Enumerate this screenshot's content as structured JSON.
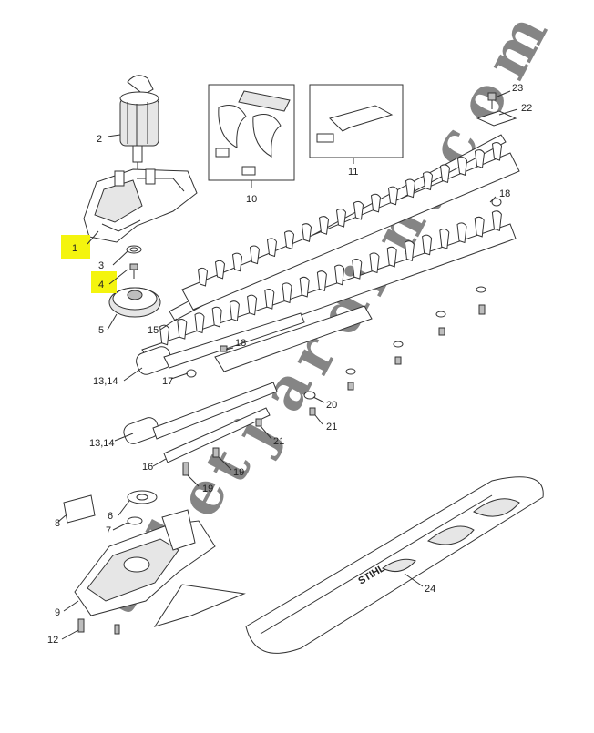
{
  "callouts": [
    {
      "id": "c1",
      "label": "1",
      "highlighted": true
    },
    {
      "id": "c2",
      "label": "2"
    },
    {
      "id": "c3",
      "label": "3"
    },
    {
      "id": "c4",
      "label": "4",
      "highlighted": true
    },
    {
      "id": "c5",
      "label": "5"
    },
    {
      "id": "c6",
      "label": "6"
    },
    {
      "id": "c7",
      "label": "7"
    },
    {
      "id": "c8",
      "label": "8"
    },
    {
      "id": "c9",
      "label": "9"
    },
    {
      "id": "c10",
      "label": "10"
    },
    {
      "id": "c11",
      "label": "11"
    },
    {
      "id": "c12",
      "label": "12"
    },
    {
      "id": "c13a",
      "label": "13,14"
    },
    {
      "id": "c13b",
      "label": "13,14"
    },
    {
      "id": "c15",
      "label": "15"
    },
    {
      "id": "c16",
      "label": "16"
    },
    {
      "id": "c17",
      "label": "17"
    },
    {
      "id": "c18a",
      "label": "18"
    },
    {
      "id": "c18b",
      "label": "18"
    },
    {
      "id": "c19a",
      "label": "19"
    },
    {
      "id": "c19b",
      "label": "19"
    },
    {
      "id": "c20",
      "label": "20"
    },
    {
      "id": "c21a",
      "label": "21"
    },
    {
      "id": "c21b",
      "label": "21"
    },
    {
      "id": "c22",
      "label": "22"
    },
    {
      "id": "c23",
      "label": "23"
    },
    {
      "id": "c24",
      "label": "24"
    }
  ],
  "brand_mark": "STIHL",
  "watermark": {
    "letters": [
      "t",
      "o",
      "l",
      "e",
      "t",
      "j",
      "a",
      "r",
      "d",
      "i",
      "n",
      ".",
      "c",
      "o",
      "m"
    ],
    "colors": [
      "#8bc34a",
      "#8bc34a",
      "#8bc34a",
      "#f0a640",
      "#f0a640",
      "#f0a640",
      "#8bc34a",
      "#8bc34a",
      "#8bc34a",
      "#8bc34a",
      "#8bc34a",
      "#c9b49a",
      "#c9b49a",
      "#c9b49a",
      "#c9b49a"
    ]
  },
  "colors": {
    "highlight": "#f4f40e",
    "line": "#333333"
  }
}
